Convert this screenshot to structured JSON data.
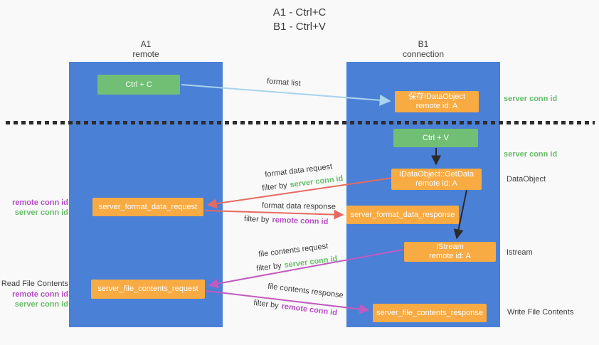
{
  "title": {
    "line1": "A1 - Ctrl+C",
    "line2": "B1 - Ctrl+V"
  },
  "colors": {
    "background": "#f9f9f9",
    "column_blue": "#4a80d6",
    "box_green": "#71bf74",
    "box_orange": "#f8aa43",
    "arrow_blue": "#a9d3ee",
    "arrow_red": "#e66a60",
    "arrow_magenta": "#c25ac0",
    "arrow_black": "#2a2a2a",
    "label_green": "#67bd68",
    "label_purple": "#b44ec6",
    "text_dark": "#3d3d3d"
  },
  "columns": {
    "left": {
      "name": "A1",
      "role": "remote"
    },
    "right": {
      "name": "B1",
      "role": "connection"
    }
  },
  "nodes": {
    "ctrl_c": {
      "label": "Ctrl + C"
    },
    "save_dataobject": {
      "line1": "保存IDataObject",
      "line2": "remote id: A"
    },
    "ctrl_v": {
      "label": "Ctrl + V"
    },
    "getdata": {
      "line1": "IDataObject::GetData",
      "line2": "remote id: A"
    },
    "format_request": {
      "label": "server_format_data_request"
    },
    "format_response": {
      "label": "server_format_data_response"
    },
    "istream": {
      "line1": "IStream",
      "line2": "remote id: A"
    },
    "file_request": {
      "label": "server_file_contents_request"
    },
    "file_response": {
      "label": "server_file_contents_response"
    }
  },
  "edge_labels": {
    "format_list": "format list",
    "format_data_request": "format data request",
    "format_data_response": "format data response",
    "file_contents_request": "file contents request",
    "file_contents_response": "file contents response",
    "filter_by": "filter by",
    "server_conn_id": "server conn id",
    "remote_conn_id": "remote conn id"
  },
  "side_labels": {
    "server_conn_id_top": "server conn id",
    "server_conn_id_mid": "server conn id",
    "dataobject": "DataObject",
    "istream": "Istream",
    "write_file_contents": "Write File Contents",
    "read_file_contents": "Read File Contents",
    "remote_conn_id": "remote conn id",
    "server_conn_id": "server conn id"
  }
}
